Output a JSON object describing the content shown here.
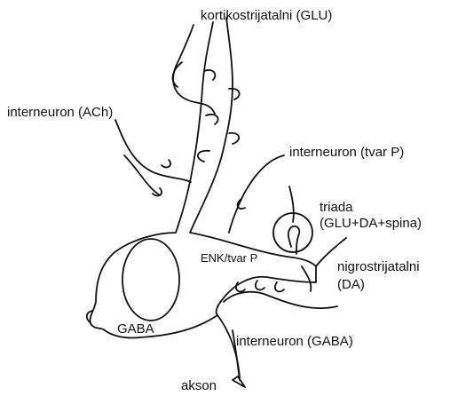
{
  "diagram": {
    "colors": {
      "stroke": "#111111",
      "background": "#ffffff"
    },
    "labels": {
      "kortikostrijatalni": "kortikostrijatalni (GLU)",
      "interneuron_ach": "interneuron (ACh)",
      "interneuron_tvar_p": "interneuron (tvar P)",
      "triada_line1": "triada",
      "triada_line2": "(GLU+DA+spina)",
      "enk_tvar_p": "ENK/tvar P",
      "nigrostrijatalni_line1": "nigrostrijatalni",
      "nigrostrijatalni_line2": "(DA)",
      "gaba": "GABA",
      "interneuron_gaba": "interneuron (GABA)",
      "akson": "akson"
    }
  }
}
